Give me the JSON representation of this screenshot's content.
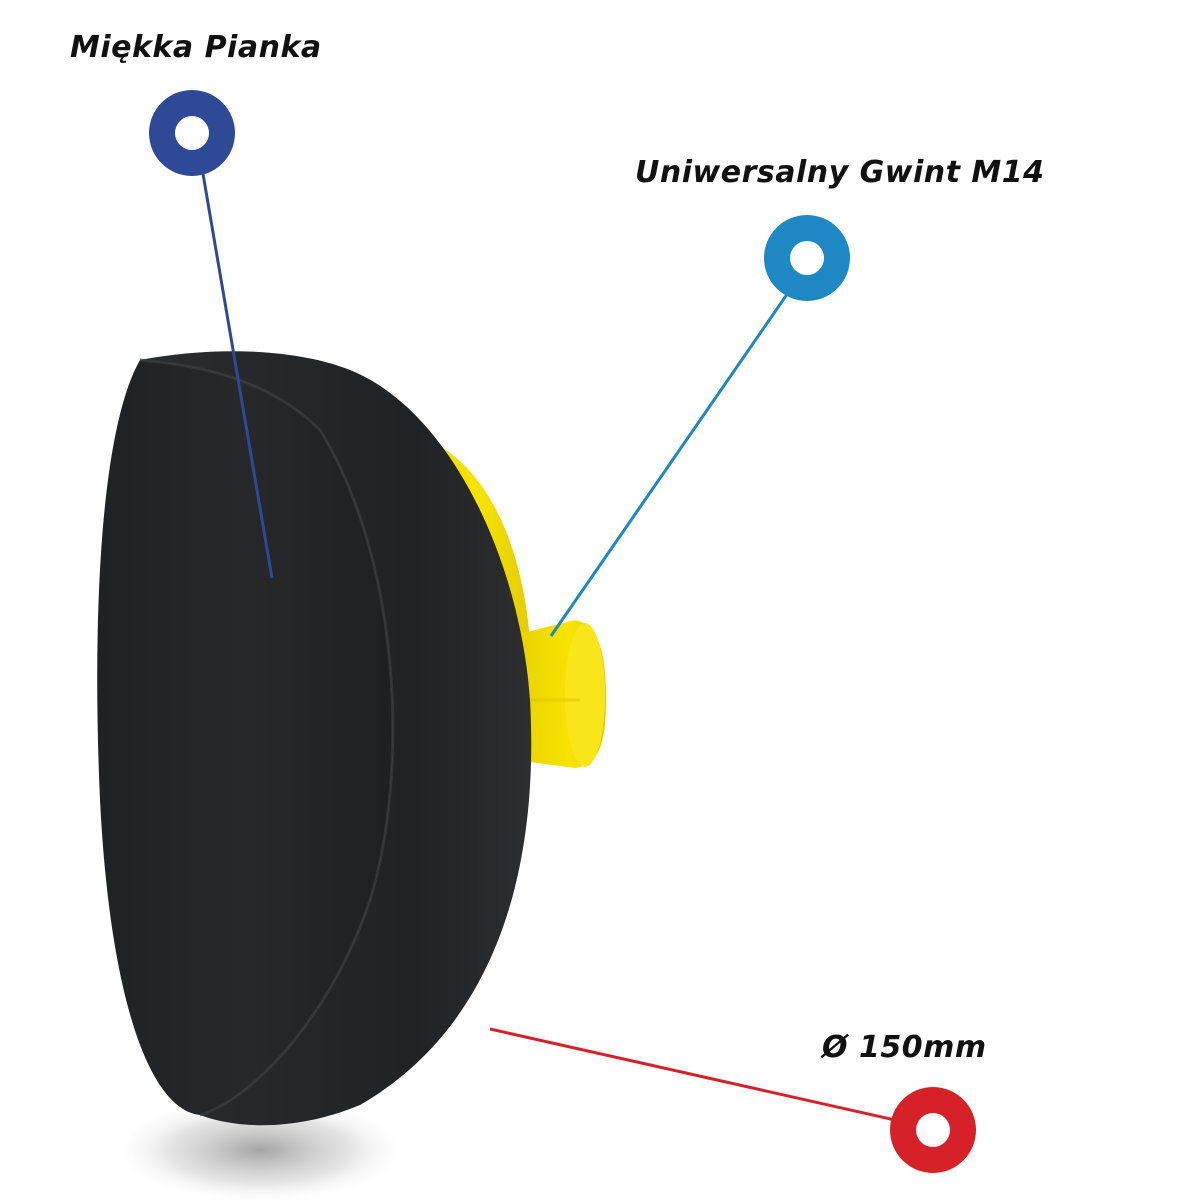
{
  "callouts": {
    "foam": {
      "label": "Miękka Pianka",
      "icon": "ring-marker-icon",
      "color": "#2e4a96"
    },
    "thread": {
      "label": "Uniwersalny Gwint M14",
      "icon": "ring-marker-icon",
      "color": "#1d88c4"
    },
    "diameter": {
      "label": "Ø 150mm",
      "icon": "ring-marker-icon",
      "color": "#d62128"
    }
  },
  "product": {
    "pad_color": "#222426",
    "backing_color": "#f5e100"
  }
}
